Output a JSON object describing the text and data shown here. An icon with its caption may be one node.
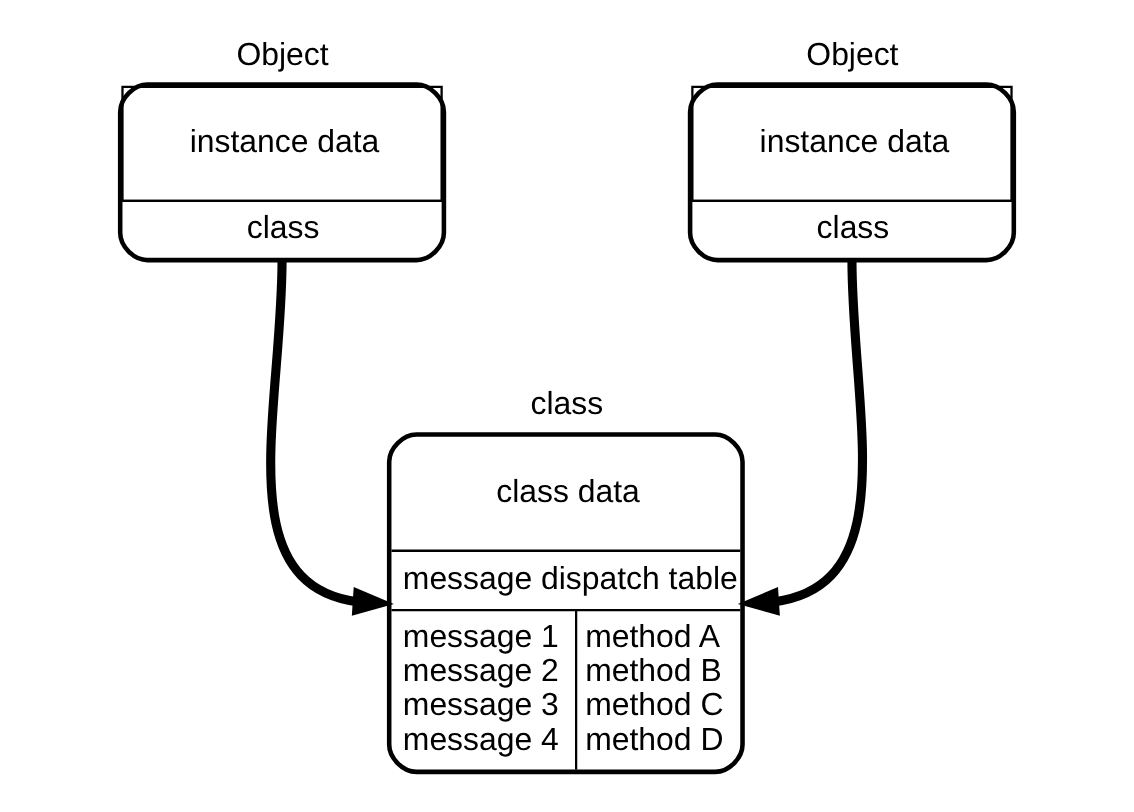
{
  "diagram": {
    "nodes": [
      {
        "text": [
          "Object",
          "instance data",
          "class"
        ]
      },
      {
        "text": [
          "Object",
          "instance data",
          "class"
        ]
      },
      {
        "text": [
          "class",
          "class data",
          "message dispatch table",
          "message 1",
          "message 2",
          "message 3",
          "message 4",
          "method A",
          "method B",
          "method C",
          "method D"
        ]
      }
    ],
    "edges": [
      {
        "from": 0,
        "to": 2,
        "arrow": "to"
      },
      {
        "from": 1,
        "to": 2,
        "arrow": "to"
      }
    ]
  }
}
